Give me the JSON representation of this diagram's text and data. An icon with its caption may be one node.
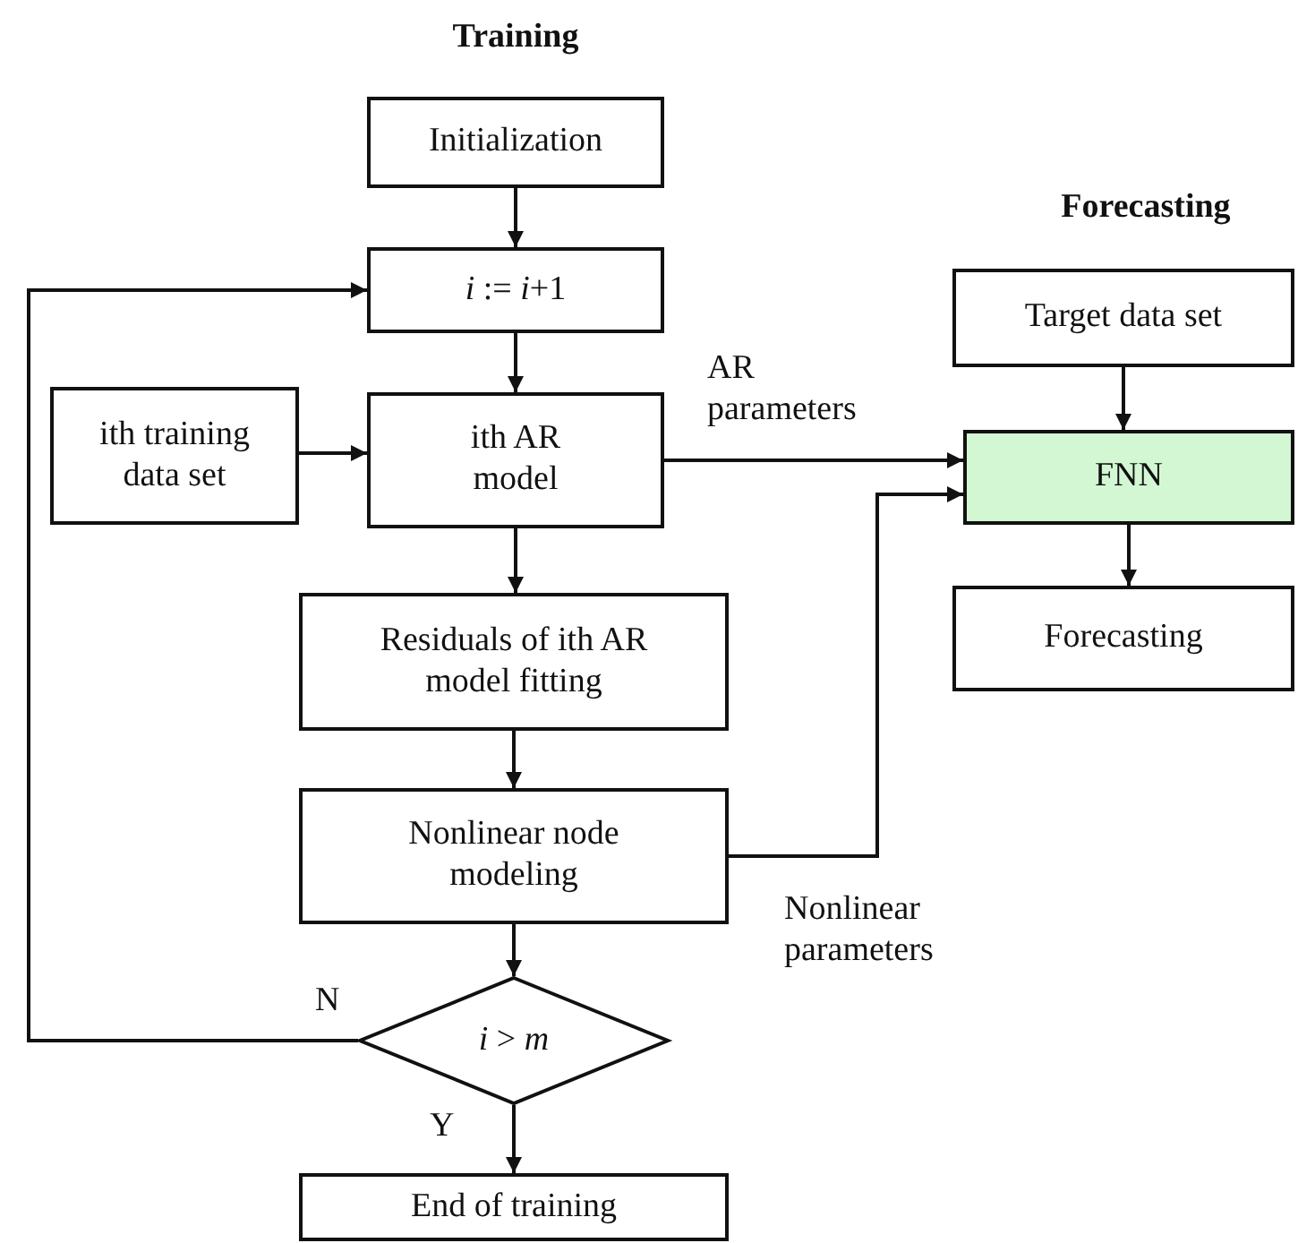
{
  "diagram": {
    "nodes": [
      {
        "text": [
          "Initialization"
        ]
      },
      {
        "text": [
          "*i* := *i*+1"
        ]
      },
      {
        "text": [
          "ith training data set"
        ]
      },
      {
        "text": [
          "ith AR model"
        ]
      },
      {
        "text": [
          "Residuals of ith AR model fitting"
        ]
      },
      {
        "text": [
          "Nonlinear node modeling"
        ]
      },
      {
        "text": [
          "*i* > *m*"
        ]
      },
      {
        "text": [
          "End of training"
        ]
      },
      {
        "text": [
          "Target data set"
        ]
      },
      {
        "text": [
          "FNN"
        ]
      },
      {
        "text": [
          "Forecasting"
        ]
      }
    ],
    "edges": [
      {
        "from": 0,
        "to": 1,
        "arrow": "to"
      },
      {
        "from": 1,
        "to": 3,
        "arrow": "to"
      },
      {
        "from": 2,
        "to": 3,
        "arrow": "to"
      },
      {
        "from": 3,
        "to": 4,
        "arrow": "to"
      },
      {
        "from": 4,
        "to": 5,
        "arrow": "to"
      },
      {
        "from": 5,
        "to": 6,
        "arrow": "to"
      },
      {
        "from": 6,
        "to": 7,
        "arrow": "to",
        "label": "Y"
      },
      {
        "from": 6,
        "to": 1,
        "arrow": "to",
        "label": "N"
      },
      {
        "from": 3,
        "to": 9,
        "arrow": "to",
        "label": "AR parameters"
      },
      {
        "from": 5,
        "to": 9,
        "arrow": "to",
        "label": "Nonlinear parameters"
      },
      {
        "from": 8,
        "to": 9,
        "arrow": "to"
      },
      {
        "from": 9,
        "to": 10,
        "arrow": "to"
      }
    ],
    "labels": [
      "Training",
      "Forecasting"
    ]
  }
}
